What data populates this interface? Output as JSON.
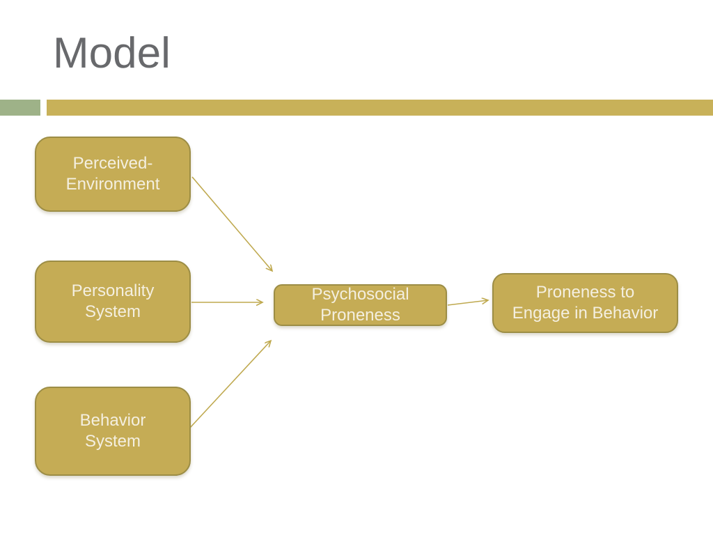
{
  "slide": {
    "title": "Model"
  },
  "colors": {
    "title_gray": "#68696C",
    "accent_green": "#9EB288",
    "accent_gold": "#C8B159",
    "node_fill": "#C5AC55",
    "node_border": "#9C8D45",
    "node_text": "#F4EFE0",
    "arrow": "#BFA94F"
  },
  "diagram": {
    "nodes": [
      {
        "id": "perceived-environment",
        "line1": "Perceived-",
        "line2": "Environment"
      },
      {
        "id": "personality-system",
        "line1": "Personality",
        "line2": "System"
      },
      {
        "id": "behavior-system",
        "line1": "Behavior",
        "line2": "System"
      },
      {
        "id": "psychosocial-proneness",
        "line1": "Psychosocial",
        "line2": "Proneness"
      },
      {
        "id": "proneness-to-engage",
        "line1": "Proneness to",
        "line2": "Engage in Behavior"
      }
    ],
    "edges": [
      {
        "from": "perceived-environment",
        "to": "psychosocial-proneness"
      },
      {
        "from": "personality-system",
        "to": "psychosocial-proneness"
      },
      {
        "from": "behavior-system",
        "to": "psychosocial-proneness"
      },
      {
        "from": "psychosocial-proneness",
        "to": "proneness-to-engage"
      }
    ]
  }
}
